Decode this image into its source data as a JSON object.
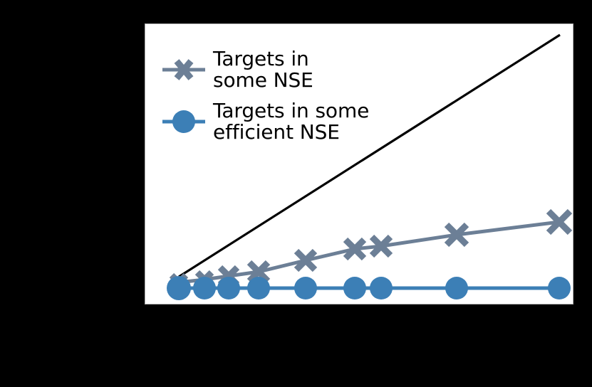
{
  "figure": {
    "background_color": "#000000",
    "axes_background_color": "#ffffff",
    "axes_edge_color": "#b0b0b0"
  },
  "legend": {
    "entries": [
      {
        "label_line1": "Targets in",
        "label_line2": "some NSE",
        "marker": "x-marker",
        "color": "#6c7f96"
      },
      {
        "label_line1": "Targets in some",
        "label_line2": "efficient NSE",
        "marker": "circle-marker",
        "color": "#3c7fb6"
      }
    ]
  },
  "chart_data": {
    "type": "line",
    "title": "",
    "xlabel": "",
    "ylabel": "",
    "xlim": [
      0,
      9
    ],
    "ylim": [
      0,
      9
    ],
    "grid": false,
    "legend_position": "upper left",
    "x": [
      0.7,
      1.24,
      1.75,
      2.38,
      3.37,
      4.4,
      4.96,
      6.54,
      8.69
    ],
    "series": [
      {
        "name": "Targets in some NSE",
        "color": "#6c7f96",
        "marker": "X",
        "values": [
          0.73,
          0.82,
          0.93,
          1.07,
          1.41,
          1.79,
          1.9,
          2.32,
          3.0
        ]
      },
      {
        "name": "Targets in some efficient NSE",
        "color": "#3c7fb6",
        "marker": "o",
        "values": [
          0.55,
          0.55,
          0.55,
          0.55,
          0.55,
          0.55,
          0.55,
          0.55,
          0.55
        ]
      },
      {
        "name": "diagonal-reference-line",
        "color": "#000000",
        "marker": "none",
        "x": [
          0.7,
          8.72
        ],
        "values": [
          0.9,
          8.72
        ]
      }
    ]
  }
}
